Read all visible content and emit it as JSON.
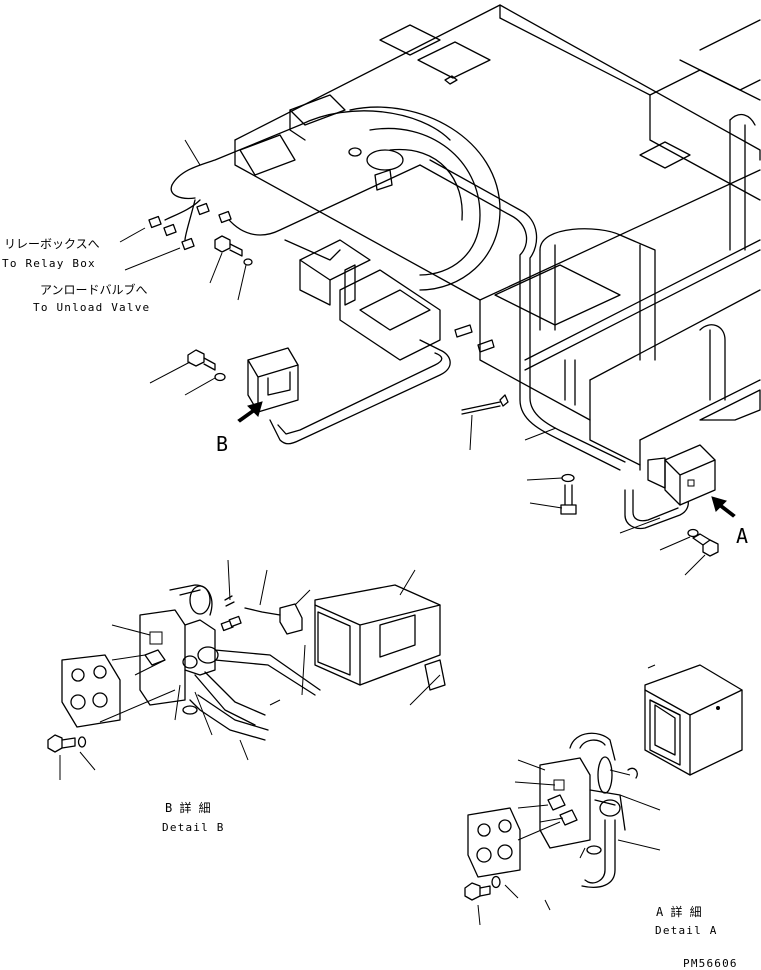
{
  "callouts": {
    "relay_box_jp": "リレーボックスへ",
    "relay_box_en": "To Relay Box",
    "unload_valve_jp": "アンロードバルブへ",
    "unload_valve_en": "To Unload Valve"
  },
  "views": {
    "marker_a": "A",
    "marker_b": "B"
  },
  "details": {
    "b_title_jp": "B 詳 細",
    "b_title_en": "Detail B",
    "a_title_jp": "A 詳 細",
    "a_title_en": "Detail A"
  },
  "drawing_number": "PM56606"
}
